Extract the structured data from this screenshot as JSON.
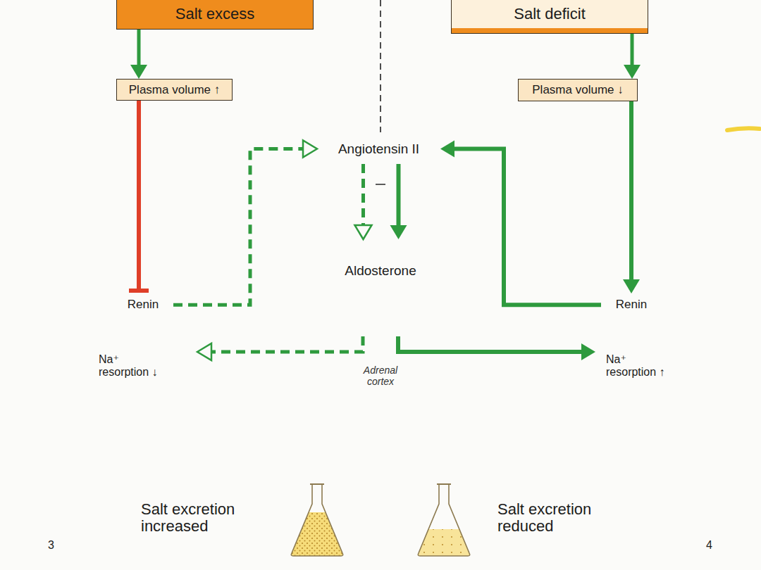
{
  "diagram": {
    "nodes": [
      {
        "text": [
          "Salt excess"
        ]
      },
      {
        "text": [
          "Salt deficit"
        ]
      },
      {
        "text": [
          "Plasma volume ↑"
        ]
      },
      {
        "text": [
          "Plasma volume ↓"
        ]
      },
      {
        "text": [
          "Angiotensin II"
        ]
      },
      {
        "text": [
          "Adrenal cortex"
        ]
      },
      {
        "text": [
          "Aldosterone"
        ],
        "in": 5
      },
      {
        "text": [
          "Na⁺ resorption ↓"
        ]
      },
      {
        "text": [
          "Renin"
        ],
        "in": 7
      },
      {
        "text": [
          "Na⁺ resorption ↑"
        ]
      },
      {
        "text": [
          "Renin"
        ],
        "in": 9
      }
    ],
    "edges": [
      {
        "from": 0,
        "to": 2,
        "arrow": "to"
      },
      {
        "from": 1,
        "to": 3,
        "arrow": "to"
      },
      {
        "from": 2,
        "to": 8,
        "arrow": "to"
      },
      {
        "from": 8,
        "to": 4,
        "arrow": "to"
      },
      {
        "from": 4,
        "to": 6,
        "arrow": "to"
      },
      {
        "from": 4,
        "to": 6,
        "arrow": "to"
      },
      {
        "from": 6,
        "to": 7,
        "arrow": "to"
      },
      {
        "from": 6,
        "to": 9,
        "arrow": "to"
      },
      {
        "from": 3,
        "to": 10,
        "arrow": "to"
      },
      {
        "from": 10,
        "to": 4,
        "arrow": "to"
      }
    ],
    "labels": [
      "Salt excretion increased",
      "Salt excretion reduced",
      "3",
      "4"
    ]
  }
}
